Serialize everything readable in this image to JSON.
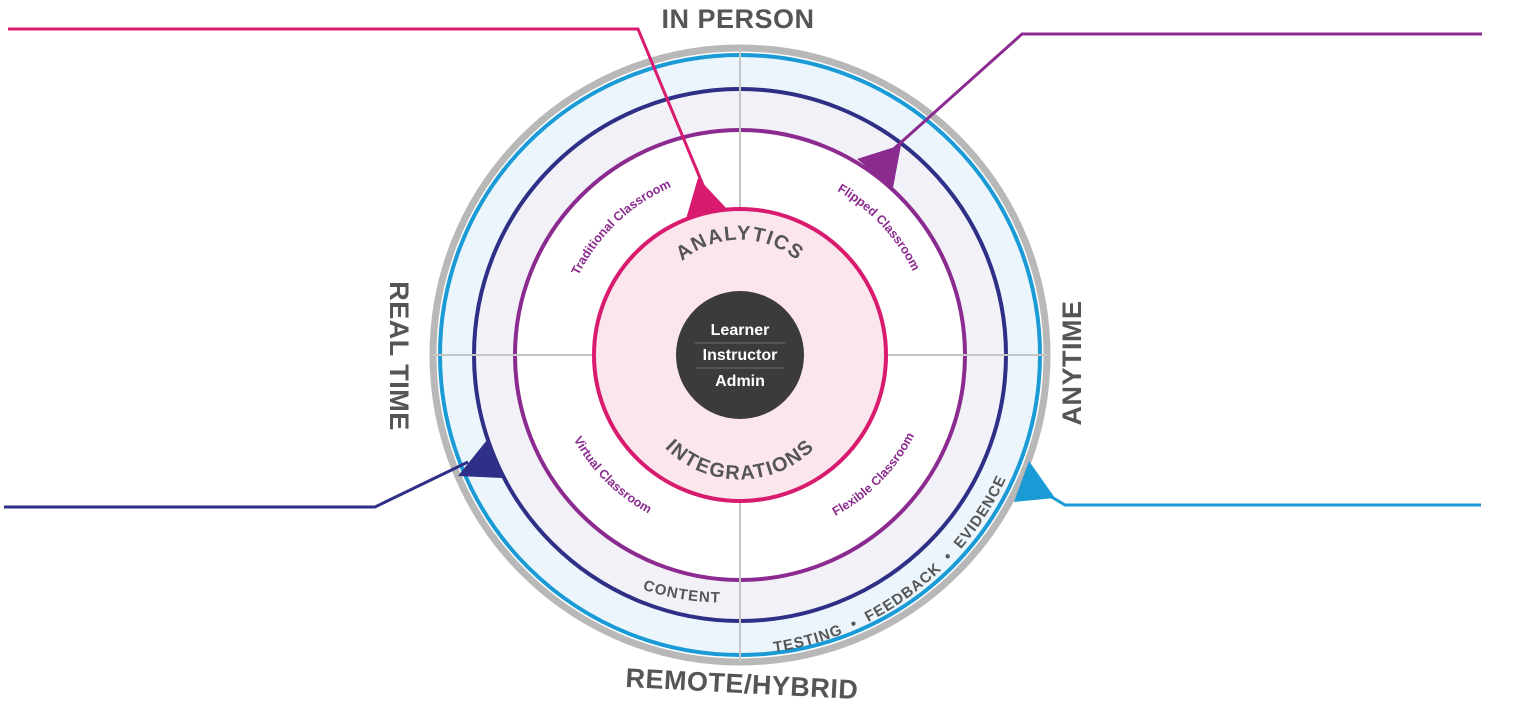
{
  "axes": {
    "top": "IN PERSON",
    "bottom": "REMOTE/HYBRID",
    "left": "REAL TIME",
    "right": "ANYTIME"
  },
  "inner_ring": {
    "top": "ANALYTICS",
    "bottom": "INTEGRATIONS"
  },
  "content_label": "CONTENT",
  "outer_ring_text": "TESTING  •  FEEDBACK  •  EVIDENCE",
  "quadrants": {
    "top_left": "Traditional Classroom",
    "top_right": "Flipped Classroom",
    "bottom_left": "Virtual Classroom",
    "bottom_right": "Flexible Classroom"
  },
  "center": {
    "roles": [
      "Learner",
      "Instructor",
      "Admin"
    ]
  },
  "colors": {
    "pink": "#d81b6e",
    "purple": "#8b2a8f",
    "navy": "#2e2f86",
    "blue": "#1b9bd6",
    "gray": "#b8b8b8",
    "center": "#3b3a3c",
    "inner_fill": "#fbe6ee",
    "band_fill": "#ebf5fb",
    "lavender_fill": "#f3f1f8",
    "label": "#555555"
  }
}
